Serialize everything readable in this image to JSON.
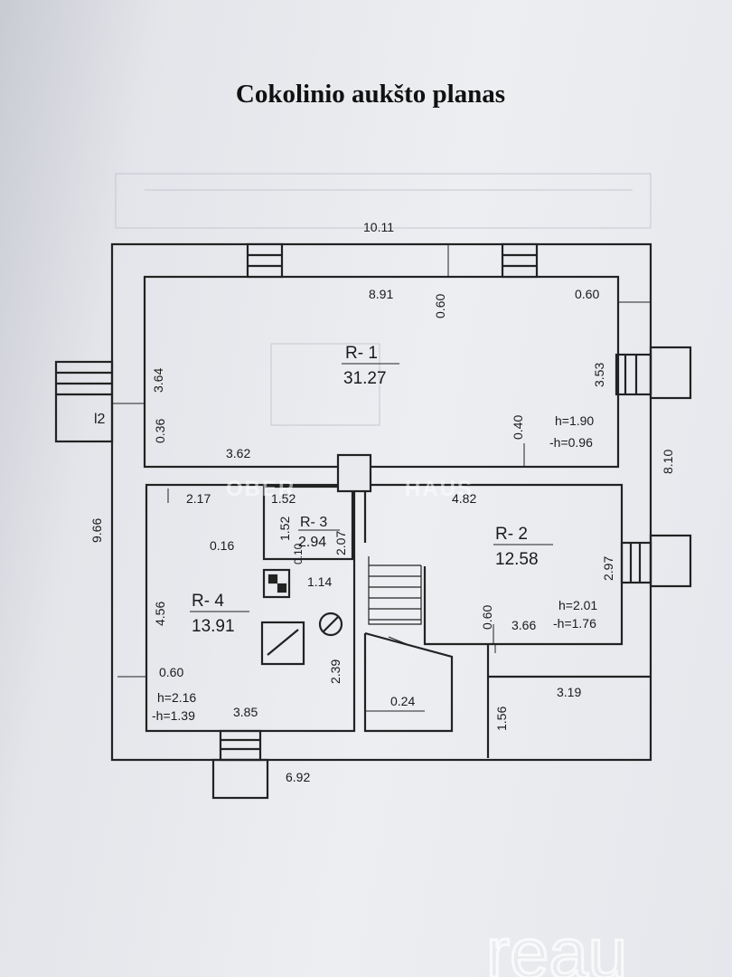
{
  "title": "Cokolinio aukšto planas",
  "rooms": [
    {
      "id": "R- 1",
      "area": "31.27"
    },
    {
      "id": "R- 2",
      "area": "12.58"
    },
    {
      "id": "R- 3",
      "area": "2.94"
    },
    {
      "id": "R- 4",
      "area": "13.91"
    }
  ],
  "heights": {
    "r1_h": "h=1.90",
    "r1_mh": "-h=0.96",
    "r2_h": "h=2.01",
    "r2_mh": "-h=1.76",
    "r4_h": "h=2.16",
    "r4_mh": "-h=1.39"
  },
  "dimensions": {
    "outer_top": "10.11",
    "r1_width": "8.91",
    "wall_060_a": "0.60",
    "wall_060_b": "0.60",
    "r1_left_height": "3.64",
    "r1_right_height": "3.53",
    "stair_12": "l2",
    "d036": "0.36",
    "d362": "3.62",
    "d040": "0.40",
    "right_total": "8.10",
    "left_total": "9.66",
    "d217": "2.17",
    "d152a": "1.52",
    "d152b": "1.52",
    "d482": "4.82",
    "d016": "0.16",
    "d010": "0.10",
    "d207": "2.07",
    "d114": "1.14",
    "d297": "2.97",
    "d456": "4.56",
    "d060_r2": "0.60",
    "d366": "3.66",
    "d239": "2.39",
    "d060_r4": "0.60",
    "d024": "0.24",
    "d319": "3.19",
    "d156": "1.56",
    "d385": "3.85",
    "d692": "6.92"
  },
  "watermark": {
    "left": "OBER",
    "right": "HAUS",
    "brand": "reau"
  }
}
